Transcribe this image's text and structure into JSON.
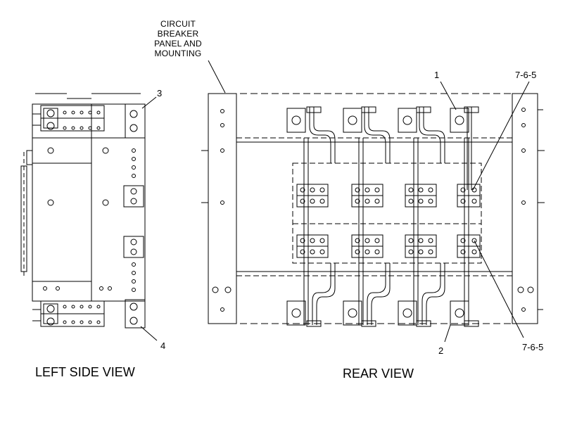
{
  "title_label": [
    "CIRCUIT",
    "BREAKER",
    "PANEL AND",
    "MOUNTING"
  ],
  "callouts": {
    "c1": "1",
    "c2": "2",
    "c3": "3",
    "c4": "4",
    "ref_top": "7-6-5",
    "ref_bottom": "7-6-5"
  },
  "captions": {
    "left": "LEFT SIDE VIEW",
    "rear": "REAR VIEW"
  }
}
